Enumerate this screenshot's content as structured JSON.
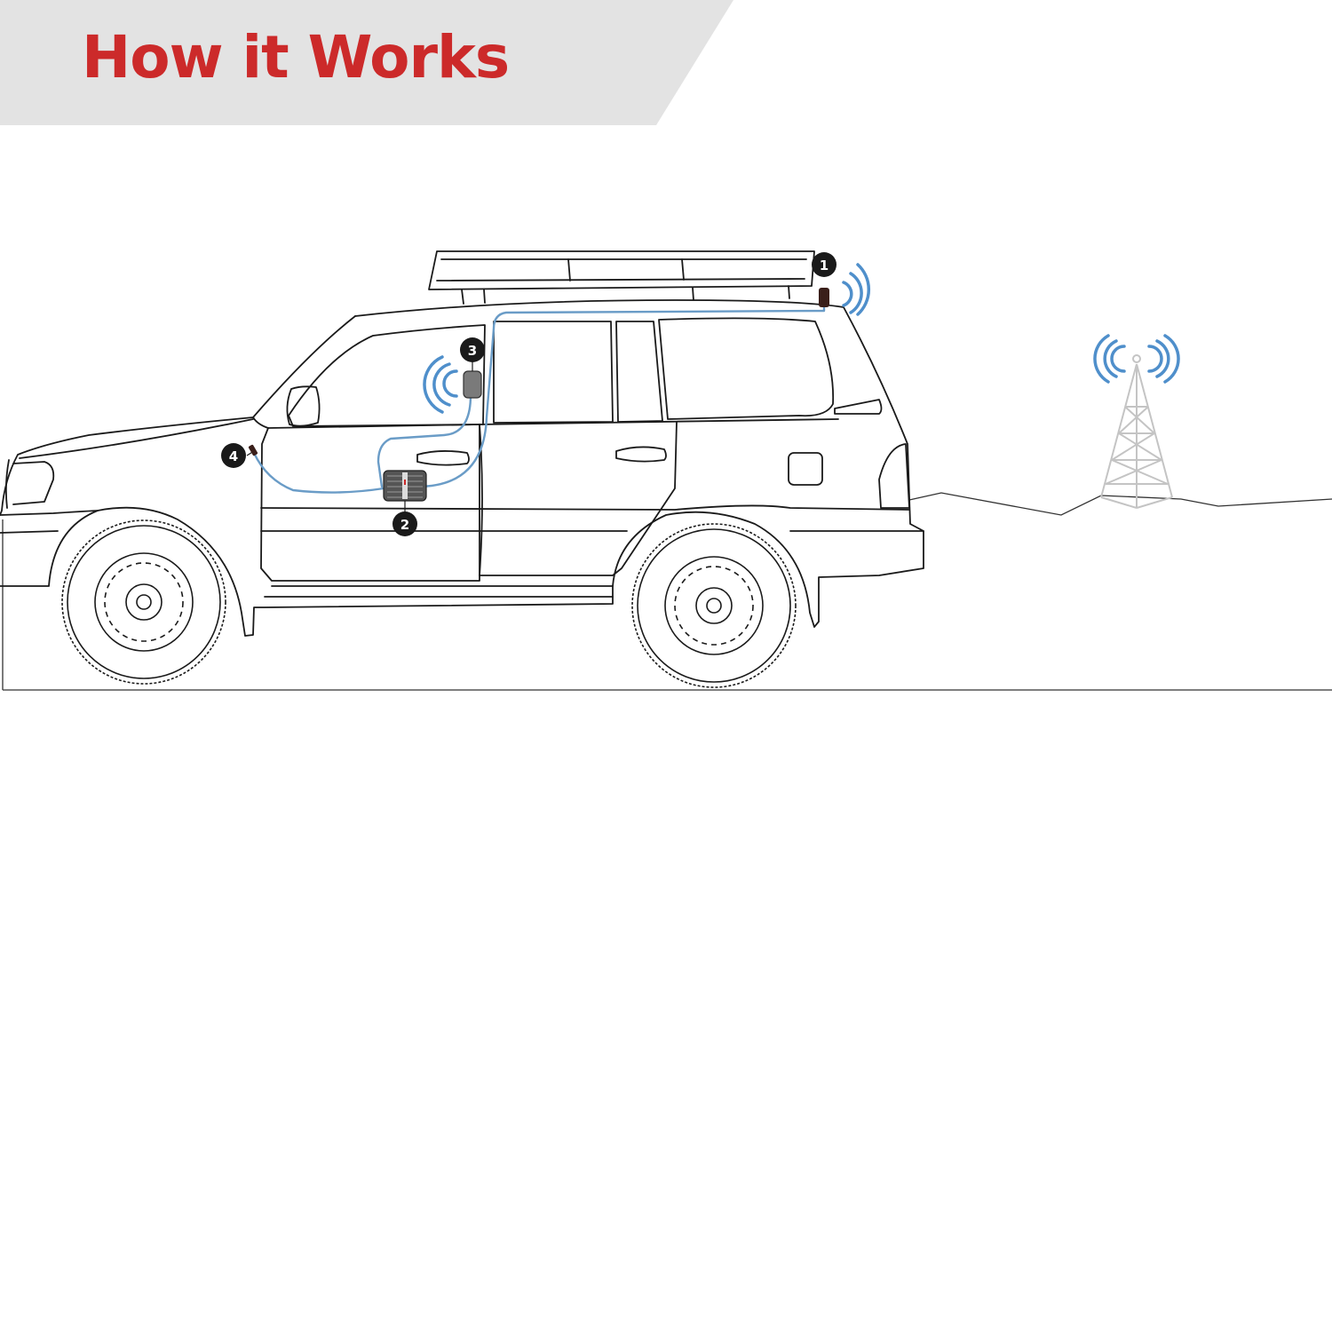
{
  "header": {
    "title": "How it Works"
  },
  "colors": {
    "title": "#cc2a2a",
    "banner": "#e3e3e3",
    "outline": "#1a1a1a",
    "cable": "#6a9cc7",
    "signal": "#4f8fcb",
    "tower": "#c4c4c4",
    "badge": "#1a1a1a"
  },
  "callouts": [
    {
      "num": "1",
      "icon": "outside-antenna-icon"
    },
    {
      "num": "2",
      "icon": "booster-unit-icon"
    },
    {
      "num": "3",
      "icon": "inside-antenna-icon"
    },
    {
      "num": "4",
      "icon": "power-adapter-icon"
    }
  ]
}
